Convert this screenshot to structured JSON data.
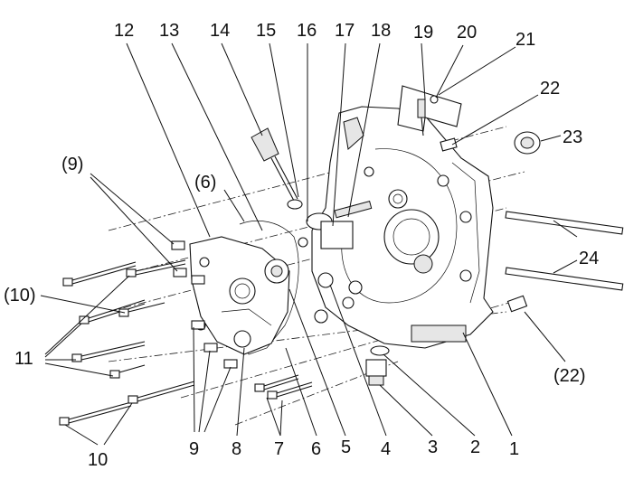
{
  "labels": {
    "l1": "1",
    "l2": "2",
    "l3": "3",
    "l4": "4",
    "l5": "5",
    "l6": "6",
    "l7": "7",
    "l8": "8",
    "l9": "9",
    "l10": "10",
    "l11": "11",
    "l12": "12",
    "l13": "13",
    "l14": "14",
    "l15": "15",
    "l16": "16",
    "l17": "17",
    "l18": "18",
    "l19": "19",
    "l20": "20",
    "l21": "21",
    "l22": "22",
    "l23": "23",
    "l24": "24",
    "p6": "(6)",
    "p9": "(9)",
    "p10": "(10)",
    "p22": "(22)"
  }
}
